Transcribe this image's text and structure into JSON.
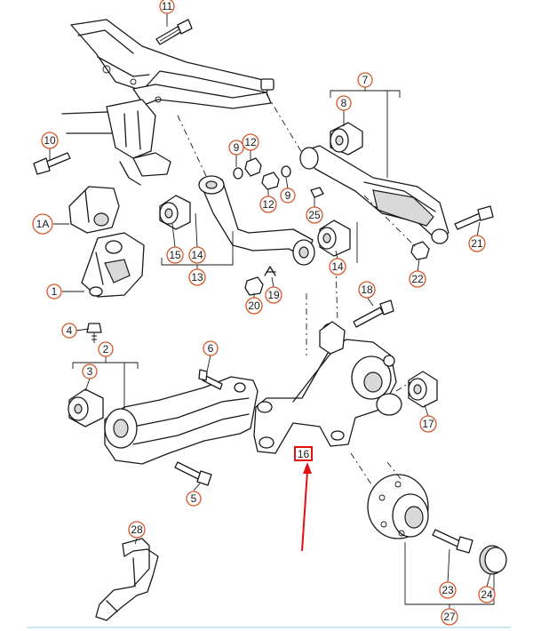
{
  "callouts": [
    {
      "id": "c11",
      "label": "11"
    },
    {
      "id": "c7",
      "label": "7"
    },
    {
      "id": "c8",
      "label": "8"
    },
    {
      "id": "c10",
      "label": "10"
    },
    {
      "id": "c9a",
      "label": "9"
    },
    {
      "id": "c12a",
      "label": "12"
    },
    {
      "id": "c9b",
      "label": "9"
    },
    {
      "id": "c12b",
      "label": "12"
    },
    {
      "id": "c25",
      "label": "25"
    },
    {
      "id": "c21",
      "label": "21"
    },
    {
      "id": "c1A",
      "label": "1A"
    },
    {
      "id": "c15",
      "label": "15"
    },
    {
      "id": "c14a",
      "label": "14"
    },
    {
      "id": "c13",
      "label": "13"
    },
    {
      "id": "c14b",
      "label": "14"
    },
    {
      "id": "c22",
      "label": "22"
    },
    {
      "id": "c1",
      "label": "1"
    },
    {
      "id": "c20",
      "label": "20"
    },
    {
      "id": "c19",
      "label": "19"
    },
    {
      "id": "c18",
      "label": "18"
    },
    {
      "id": "c4",
      "label": "4"
    },
    {
      "id": "c6",
      "label": "6"
    },
    {
      "id": "c2",
      "label": "2"
    },
    {
      "id": "c3",
      "label": "3"
    },
    {
      "id": "c17",
      "label": "17"
    },
    {
      "id": "c5",
      "label": "5"
    },
    {
      "id": "c28",
      "label": "28"
    },
    {
      "id": "c23",
      "label": "23"
    },
    {
      "id": "c24",
      "label": "24"
    },
    {
      "id": "c27",
      "label": "27"
    }
  ],
  "highlight": {
    "label": "16",
    "color": "#e31010"
  },
  "colors": {
    "callout_ring": "#d2572a",
    "highlight": "#e31010",
    "line": "#1a1a1a"
  }
}
